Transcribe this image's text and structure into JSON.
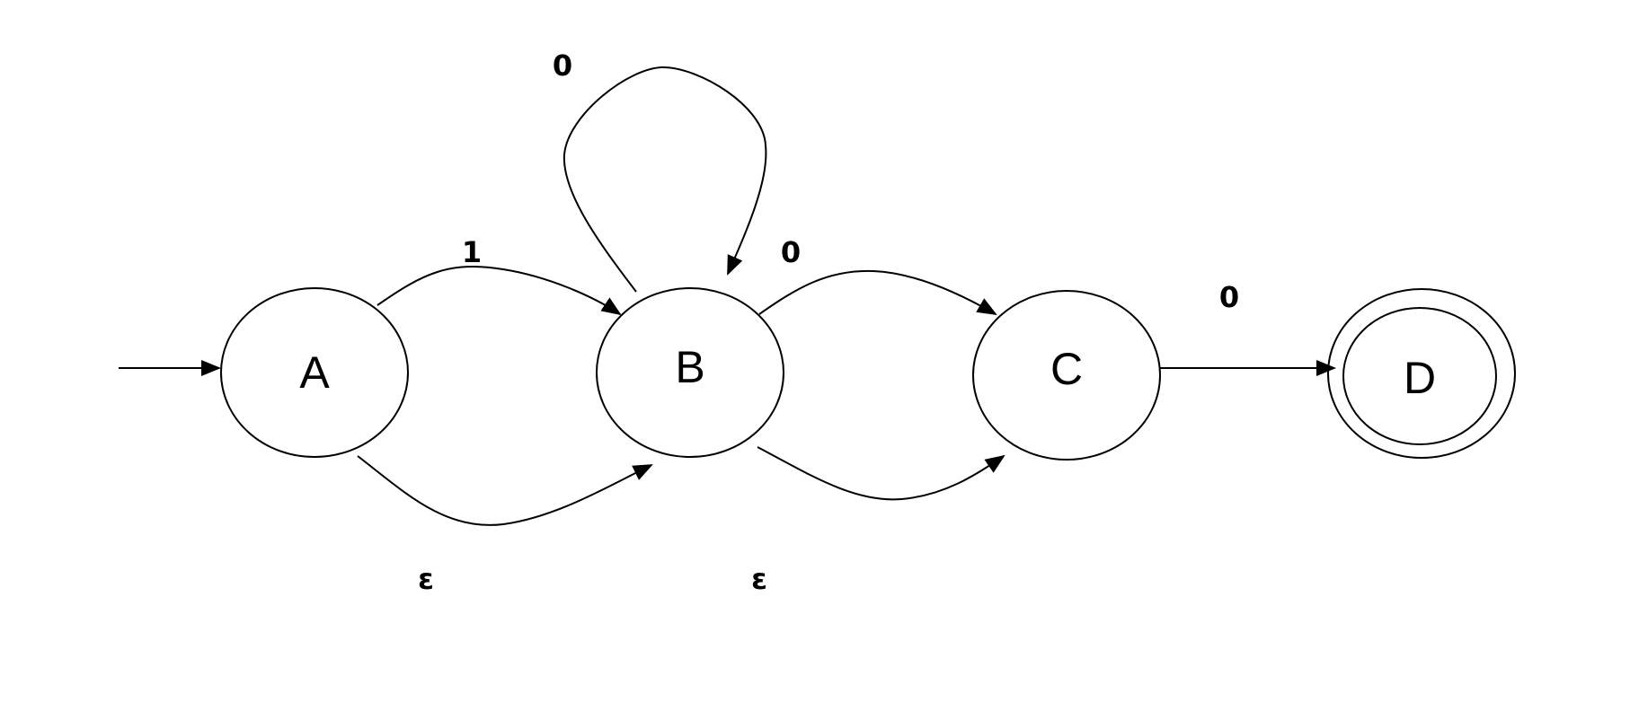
{
  "diagram": {
    "states": [
      {
        "id": "A",
        "label": "A",
        "start": true,
        "accepting": false
      },
      {
        "id": "B",
        "label": "B",
        "start": false,
        "accepting": false
      },
      {
        "id": "C",
        "label": "C",
        "start": false,
        "accepting": false
      },
      {
        "id": "D",
        "label": "D",
        "start": false,
        "accepting": true
      }
    ],
    "transitions": [
      {
        "from": "A",
        "to": "B",
        "symbol": "1"
      },
      {
        "from": "A",
        "to": "B",
        "symbol": "ε"
      },
      {
        "from": "B",
        "to": "B",
        "symbol": "0"
      },
      {
        "from": "B",
        "to": "C",
        "symbol": "0"
      },
      {
        "from": "B",
        "to": "C",
        "symbol": "ε"
      },
      {
        "from": "C",
        "to": "D",
        "symbol": "0"
      }
    ],
    "colors": {
      "stroke": "#000000",
      "background": "#ffffff"
    }
  }
}
